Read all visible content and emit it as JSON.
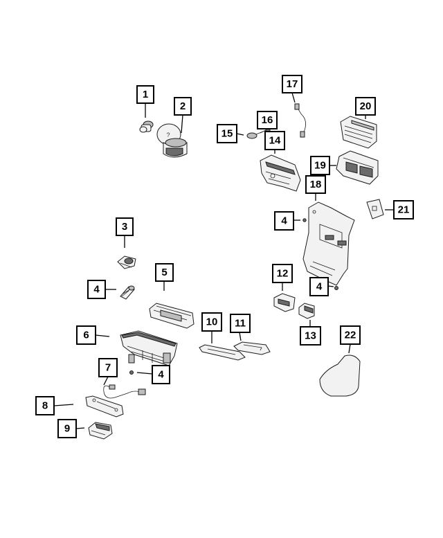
{
  "callouts": [
    {
      "id": "c1",
      "label": "1"
    },
    {
      "id": "c2",
      "label": "2"
    },
    {
      "id": "c3",
      "label": "3"
    },
    {
      "id": "c4a",
      "label": "4"
    },
    {
      "id": "c4b",
      "label": "4"
    },
    {
      "id": "c4c",
      "label": "4"
    },
    {
      "id": "c4d",
      "label": "4"
    },
    {
      "id": "c5",
      "label": "5"
    },
    {
      "id": "c6",
      "label": "6"
    },
    {
      "id": "c7",
      "label": "7"
    },
    {
      "id": "c8",
      "label": "8"
    },
    {
      "id": "c9",
      "label": "9"
    },
    {
      "id": "c10",
      "label": "10"
    },
    {
      "id": "c11",
      "label": "11"
    },
    {
      "id": "c12",
      "label": "12"
    },
    {
      "id": "c13",
      "label": "13"
    },
    {
      "id": "c14",
      "label": "14"
    },
    {
      "id": "c15",
      "label": "15"
    },
    {
      "id": "c16",
      "label": "16"
    },
    {
      "id": "c17",
      "label": "17"
    },
    {
      "id": "c18",
      "label": "18"
    },
    {
      "id": "c19",
      "label": "19"
    },
    {
      "id": "c20",
      "label": "20"
    },
    {
      "id": "c21",
      "label": "21"
    },
    {
      "id": "c22",
      "label": "22"
    }
  ],
  "colors": {
    "line": "#000000",
    "part_fill": "#f2f2f2",
    "part_dark": "#6b6b6b"
  }
}
